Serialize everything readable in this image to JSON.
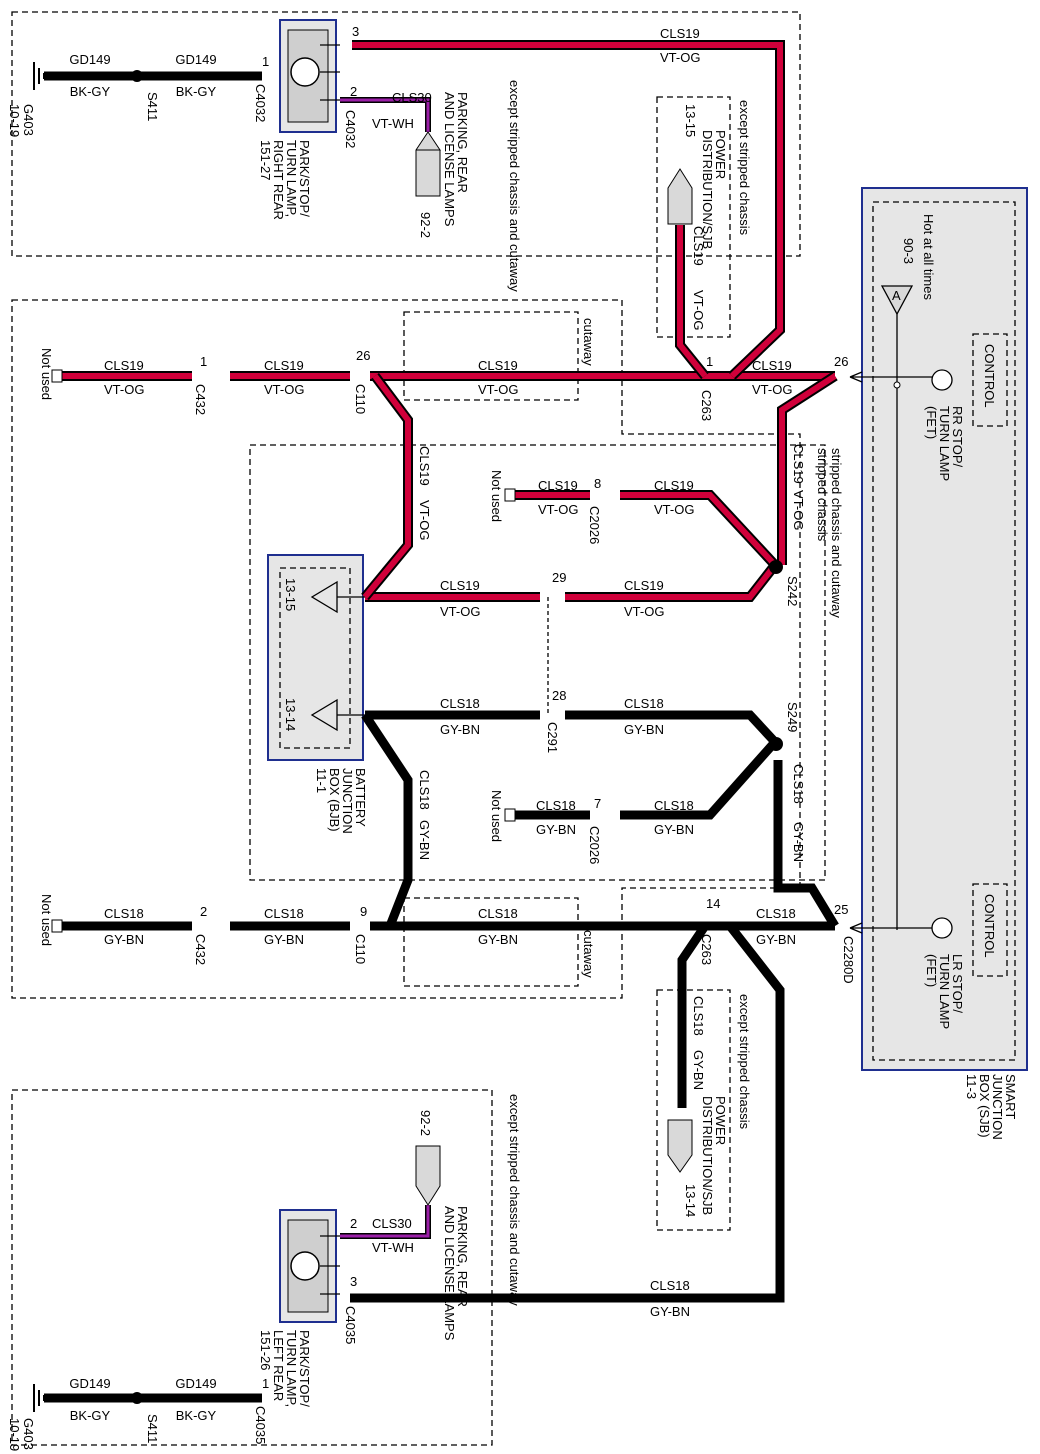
{
  "colors": {
    "vt_og": "#d0003a",
    "vt_wh": "#9b1fa8",
    "gy_bn": "#000000",
    "sjb_fill": "#e6e6e6",
    "sjb_border": "#1f2f8f"
  },
  "top_section": {
    "note": "except stripped chassis and cutaway",
    "ground": "G403",
    "ground_ref": "10-19",
    "wire1_name": "GD149",
    "wire1_color": "BK-GY",
    "splice": "S411",
    "wire2_name": "GD149",
    "wire2_color": "BK-GY",
    "pin1": "1",
    "connector": "C4032",
    "pin2": "2",
    "connector2": "C4032",
    "pin3": "3",
    "lamp_label_1": "PARK/STOP/",
    "lamp_label_2": "TURN LAMP,",
    "lamp_label_3": "RIGHT REAR",
    "lamp_ref": "151-27",
    "cls30_name": "CLS30",
    "cls30_color": "VT-WH",
    "parking_1": "PARKING, REAR",
    "parking_2": "AND LICENSE LAMPS",
    "parking_ref": "92-2",
    "cls19_name": "CLS19",
    "cls19_color": "VT-OG"
  },
  "power_dist_top": {
    "note": "except stripped chassis",
    "title_1": "POWER",
    "title_2": "DISTRIBUTION/SJB",
    "ref": "13-15",
    "wire_name": "CLS19",
    "wire_color": "VT-OG"
  },
  "power_dist_bottom": {
    "note": "except stripped chassis",
    "title_1": "POWER",
    "title_2": "DISTRIBUTION/SJB",
    "ref": "13-14",
    "wire_name": "CLS18",
    "wire_color": "GY-BN"
  },
  "sjb": {
    "title_1": "SMART",
    "title_2": "JUNCTION",
    "title_3": "BOX (SJB)",
    "ref": "11-3",
    "hot": "Hot at all times",
    "fuse_ref": "90-3",
    "fuse_letter": "A",
    "control_1": "CONTROL",
    "control_2": "CONTROL",
    "rr_1": "RR STOP/",
    "rr_2": "TURN LAMP",
    "rr_3": "(FET)",
    "lr_1": "LR STOP/",
    "lr_2": "TURN LAMP",
    "lr_3": "(FET)",
    "pin_26": "26",
    "pin_25": "25",
    "connector": "C2280D"
  },
  "vt_og_run": {
    "not_used": "Not used",
    "w1": "CLS19",
    "c1": "VT-OG",
    "pin_c432": "1",
    "c432": "C432",
    "w2": "CLS19",
    "c2": "VT-OG",
    "pin_c110": "26",
    "c110": "C110",
    "w3": "CLS19",
    "c3": "VT-OG",
    "cutaway": "cutaway",
    "pin_c263": "1",
    "c263": "C263",
    "w4": "CLS19",
    "c4": "VT-OG"
  },
  "gy_bn_run": {
    "not_used": "Not used",
    "w1": "CLS18",
    "c1": "GY-BN",
    "pin_c432": "2",
    "c432": "C432",
    "w2": "CLS18",
    "c2": "GY-BN",
    "pin_c110": "9",
    "c110": "C110",
    "w3": "CLS18",
    "c3": "GY-BN",
    "cutaway": "cutaway",
    "pin_c263": "14",
    "c263": "C263",
    "w4": "CLS18",
    "c4": "GY-BN"
  },
  "stripped_section": {
    "note_1": "stripped chassis",
    "note_2": "stripped chassis and cutaway",
    "v_red_name": "CLS19",
    "v_red_color": "VT-OG",
    "v_blk_name": "CLS18",
    "v_blk_color": "GY-BN",
    "s242": "S242",
    "s249": "S249",
    "nu1": "Not used",
    "nu1_w1": "CLS19",
    "nu1_c1": "VT-OG",
    "nu1_pin": "8",
    "nu1_conn": "C2026",
    "nu1_w2": "CLS19",
    "nu1_c2": "VT-OG",
    "r29_w1": "CLS19",
    "r29_c1": "VT-OG",
    "r29_pin": "29",
    "r29_w2": "CLS19",
    "r29_c2": "VT-OG",
    "r28_w1": "CLS18",
    "r28_c1": "GY-BN",
    "r28_pin": "28",
    "r28_conn": "C291",
    "r28_w2": "CLS18",
    "r28_c2": "GY-BN",
    "nu2": "Not used",
    "nu2_w1": "CLS18",
    "nu2_c1": "GY-BN",
    "nu2_pin": "7",
    "nu2_conn": "C2026",
    "nu2_w2": "CLS18",
    "nu2_c2": "GY-BN",
    "left_red_name": "CLS19",
    "left_red_color": "VT-OG",
    "left_blk_name": "CLS18",
    "left_blk_color": "GY-BN"
  },
  "bjb": {
    "ref_top": "13-15",
    "ref_bottom": "13-14",
    "title_1": "BATTERY",
    "title_2": "JUNCTION",
    "title_3": "BOX (BJB)",
    "ref": "11-1"
  },
  "bottom_section": {
    "note": "except stripped chassis and cutaway",
    "ground": "G403",
    "ground_ref": "10-19",
    "wire1_name": "GD149",
    "wire1_color": "BK-GY",
    "splice": "S411",
    "wire2_name": "GD149",
    "wire2_color": "BK-GY",
    "pin1": "1",
    "connector": "C4035",
    "pin2": "2",
    "pin3": "3",
    "connector3": "C4035",
    "lamp_label_1": "PARK/STOP/",
    "lamp_label_2": "TURN LAMP,",
    "lamp_label_3": "LEFT REAR",
    "lamp_ref": "151-26",
    "cls30_name": "CLS30",
    "cls30_color": "VT-WH",
    "parking_1": "PARKING, REAR",
    "parking_2": "AND LICENSE LAMPS",
    "parking_ref": "92-2",
    "cls18_name": "CLS18",
    "cls18_color": "GY-BN"
  }
}
